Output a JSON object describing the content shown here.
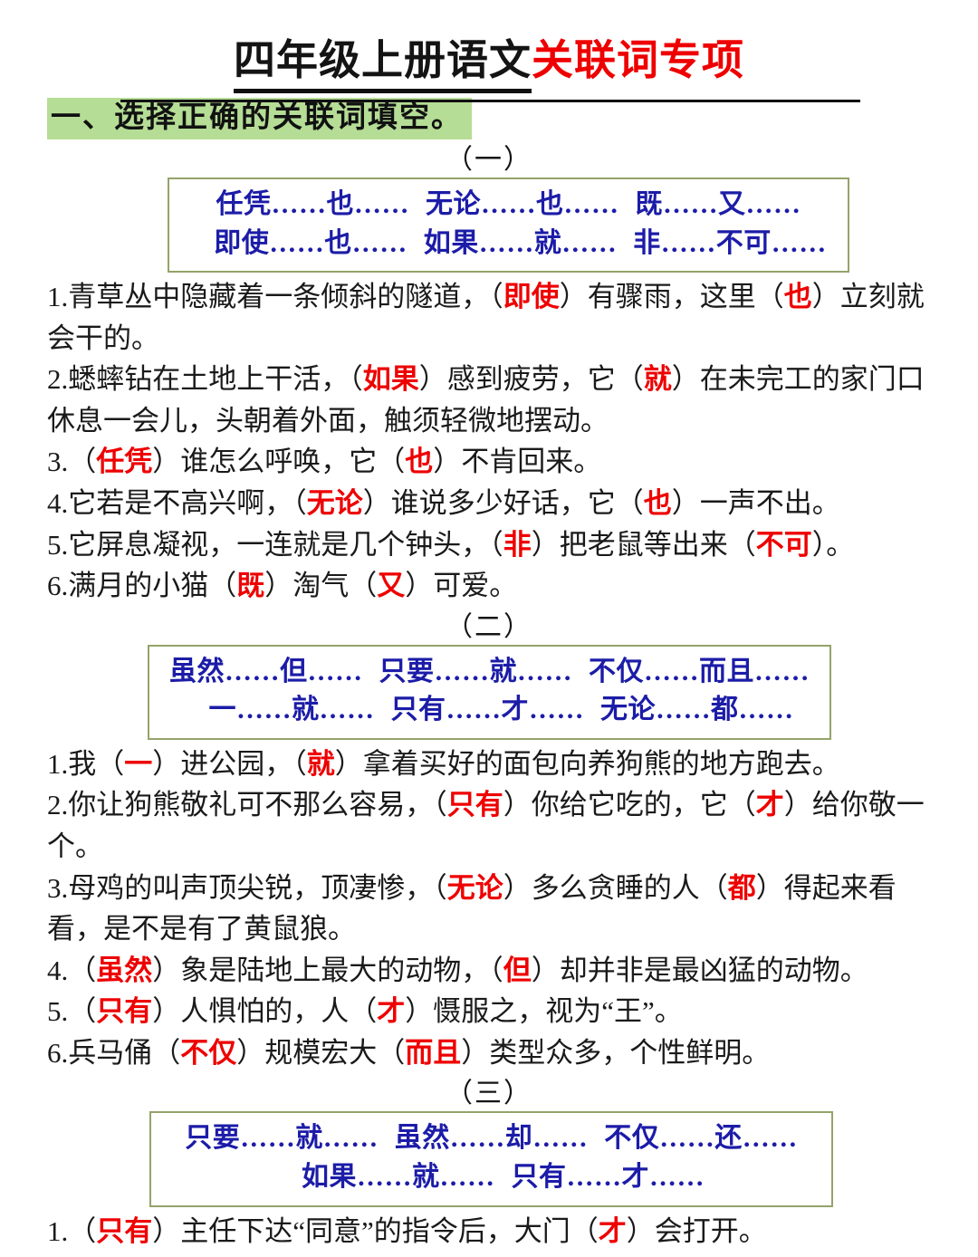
{
  "title": {
    "black_part": "四年级上册语文",
    "red_part": "关联词专项"
  },
  "section": {
    "heading": "一、选择正确的关联词填空。"
  },
  "groups": [
    {
      "label": "（一）",
      "wordbank": [
        [
          "任凭……也……",
          "无论……也……",
          "既……又……"
        ],
        [
          "即使……也……",
          "如果……就……",
          "非……不可……"
        ]
      ],
      "questions": [
        "1.青草丛中隐藏着一条倾斜的隧道，（<span class=\"ans\">即使</span>）有骤雨，这里（<span class=\"ans\">也</span>）立刻就会干的。",
        "2.蟋蟀钻在土地上干活，（<span class=\"ans\">如果</span>）感到疲劳，它（<span class=\"ans\">就</span>）在未完工的家门口休息一会儿，头朝着外面，触须轻微地摆动。",
        "3.（<span class=\"ans\">任凭</span>）谁怎么呼唤，它（<span class=\"ans\">也</span>）不肯回来。",
        "4.它若是不高兴啊，（<span class=\"ans\">无论</span>）谁说多少好话，它（<span class=\"ans\">也</span>）一声不出。",
        "5.它屏息凝视，一连就是几个钟头，（<span class=\"ans\">非</span>）把老鼠等出来（<span class=\"ans\">不可</span>）。",
        "6.满月的小猫（<span class=\"ans\">既</span>）淘气（<span class=\"ans\">又</span>）可爱。"
      ]
    },
    {
      "label": "（二）",
      "wordbank": [
        [
          "虽然……但……",
          "只要……就……",
          "不仅……而且……"
        ],
        [
          "一……就……",
          "只有……才……",
          "无论……都……"
        ]
      ],
      "questions": [
        "1.我（<span class=\"ans\">一</span>）进公园，（<span class=\"ans\">就</span>）拿着买好的面包向养狗熊的地方跑去。",
        "2.你让狗熊敬礼可不那么容易，（<span class=\"ans\">只有</span>）你给它吃的，它（<span class=\"ans\">才</span>）给你敬一个。",
        "3.母鸡的叫声顶尖锐，顶凄惨，（<span class=\"ans\">无论</span>）多么贪睡的人（<span class=\"ans\">都</span>）得起来看看，是不是有了黄鼠狼。",
        "4.（<span class=\"ans\">虽然</span>）象是陆地上最大的动物，（<span class=\"ans\">但</span>）却并非是最凶猛的动物。",
        "5.（<span class=\"ans\">只有</span>）人惧怕的，人（<span class=\"ans\">才</span>）慑服之，视为“王”。",
        "6.兵马俑（<span class=\"ans\">不仅</span>）规模宏大（<span class=\"ans\">而且</span>）类型众多，个性鲜明。"
      ]
    },
    {
      "label": "（三）",
      "wordbank": [
        [
          "只要……就……",
          "虽然……却……",
          "不仅……还……"
        ],
        [
          "如果……就……",
          "只有……才……"
        ]
      ],
      "questions": [
        "1.（<span class=\"ans\">只有</span>）主任下达“同意”的指令后，大门（<span class=\"ans\">才</span>）会打开。"
      ]
    }
  ],
  "colors": {
    "title_red": "#ee0000",
    "wordbank_blue": "#1c1ca8",
    "wordbank_border": "#94a36a",
    "highlight_green": "#b5dd96",
    "answer_red": "#ee0000",
    "text_black": "#1a1a1a"
  }
}
